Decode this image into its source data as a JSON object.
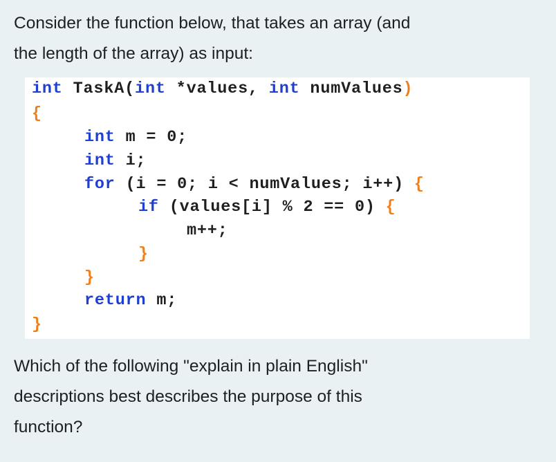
{
  "intro": {
    "line1": "Consider the function below, that takes an array (and",
    "line2": "the length of the array) as input:"
  },
  "code": {
    "sig_int": "int",
    "sig_name": " TaskA(",
    "sig_int2": "int",
    "sig_values": " *values, ",
    "sig_int3": "int",
    "sig_numvalues": " numValues",
    "sig_close": ")",
    "open_brace": "{",
    "decl_m_kw": "int",
    "decl_m_rest": " m = 0;",
    "decl_i_kw": "int",
    "decl_i_rest": " i;",
    "for_kw": "for",
    "for_rest": " (i = 0; i < numValues; i++) ",
    "for_brace": "{",
    "if_kw": "if",
    "if_rest": " (values[i] % 2 == 0) ",
    "if_brace": "{",
    "increment": "m++;",
    "if_close": "}",
    "for_close": "}",
    "return_kw": "return",
    "return_rest": " m;",
    "close_brace": "}"
  },
  "question": {
    "line1": "Which of the following \"explain in plain English\"",
    "line2": "descriptions best describes the purpose of this",
    "line3": "function?"
  },
  "colors": {
    "background": "#e9f1f3",
    "code_background": "#ffffff",
    "keyword": "#1f3fcf",
    "brace": "#f07f1a",
    "text": "#1d1f21"
  }
}
